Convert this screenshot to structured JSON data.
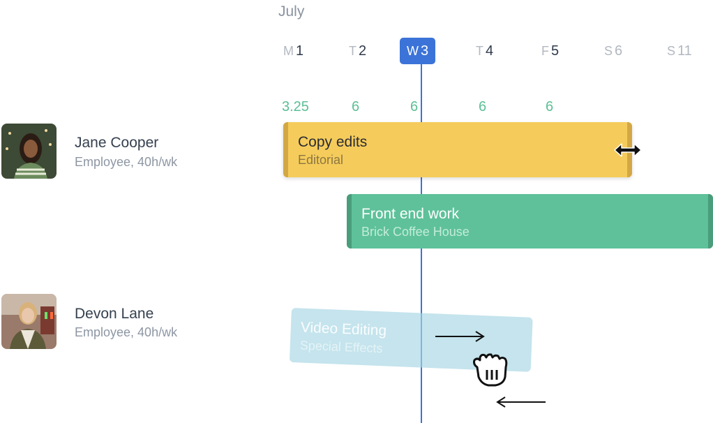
{
  "calendar": {
    "month": "July",
    "days": [
      {
        "letter": "M",
        "number": "1",
        "today": false,
        "weekend": false
      },
      {
        "letter": "T",
        "number": "2",
        "today": false,
        "weekend": false
      },
      {
        "letter": "W",
        "number": "3",
        "today": true,
        "weekend": false
      },
      {
        "letter": "T",
        "number": "4",
        "today": false,
        "weekend": false
      },
      {
        "letter": "F",
        "number": "5",
        "today": false,
        "weekend": false
      },
      {
        "letter": "S",
        "number": "6",
        "today": false,
        "weekend": true
      },
      {
        "letter": "S",
        "number": "11",
        "today": false,
        "weekend": true
      }
    ],
    "hours": [
      "3.25",
      "6",
      "6",
      "6",
      "6"
    ]
  },
  "people": [
    {
      "name": "Jane Cooper",
      "role": "Employee, 40h/wk",
      "avatar": "avatar-photo"
    },
    {
      "name": "Devon Lane",
      "role": "Employee, 40h/wk",
      "avatar": "avatar-photo"
    }
  ],
  "tasks": [
    {
      "title": "Copy edits",
      "subtitle": "Editorial",
      "color": "#f5cc5b",
      "state": "resizing"
    },
    {
      "title": "Front end work",
      "subtitle": "Brick Coffee House",
      "color": "#5ec19a",
      "state": "normal"
    },
    {
      "title": "Video Editing",
      "subtitle": "Special Effects",
      "color": "#a6d5e4",
      "state": "dragging"
    }
  ],
  "colors": {
    "accent": "#3b73d8",
    "hours_text": "#5bbf95"
  },
  "cursors": {
    "resize": "resize-horizontal-icon",
    "grab": "grab-hand-icon",
    "drag_right": "arrow-right-icon",
    "drag_left": "arrow-left-icon"
  }
}
